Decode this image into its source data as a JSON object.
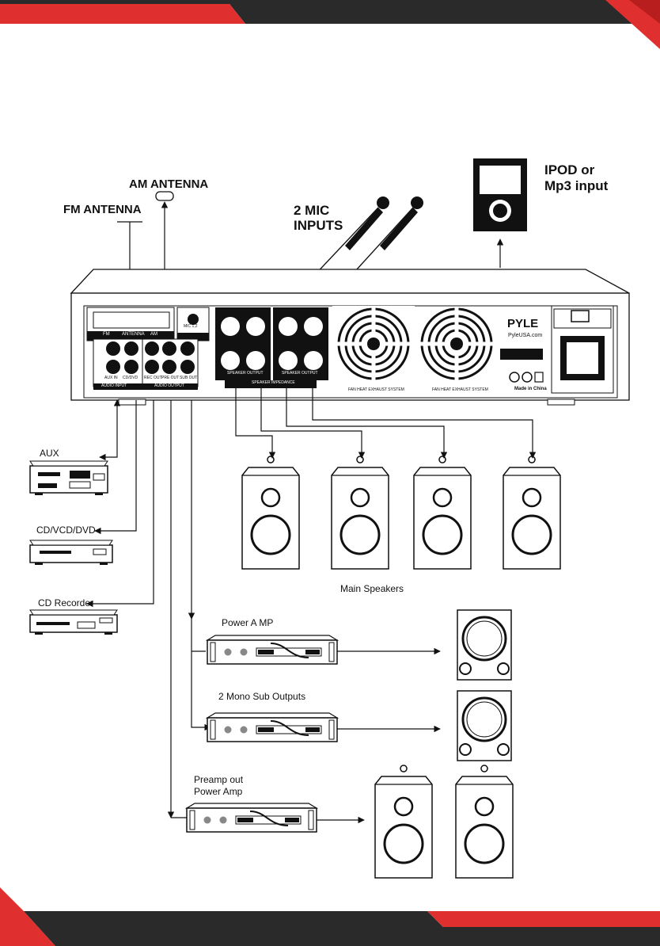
{
  "labels": {
    "am_antenna": "AM ANTENNA",
    "fm_antenna": "FM ANTENNA",
    "mic_inputs_line1": "2 MIC",
    "mic_inputs_line2": "INPUTS",
    "ipod_line1": "IPOD or",
    "ipod_line2": "Mp3 input",
    "main_speakers": "Main Speakers",
    "aux": "AUX",
    "cd_vcd_dvd": "CD/VCD/DVD",
    "cd_recorder": "CD Recorder",
    "power_amp": "Power A MP",
    "mono_sub_outputs": "2 Mono Sub Outputs",
    "preamp_line1": "Preamp out",
    "preamp_line2": "Power Amp"
  },
  "panel": {
    "brand": "PYLE",
    "website": "PyleUSA.com",
    "fm": "FM",
    "antenna": "ANTENNA",
    "am": "AM",
    "mic": "MIC 1,2",
    "audio_input": "AUDIO INPUT",
    "audio_output": "AUDIO OUTPUT",
    "aux_in": "AUX IN",
    "cd_dvd": "CD/DVD",
    "rec_out": "REC OUT",
    "pre_out": "PRE OUT",
    "sub_out": "SUB OUT",
    "speaker_output": "SPEAKER OUTPUT",
    "speaker_impedance": "SPEAKER IMPEDANCE",
    "fan": "FAN HEAT EXHAUST SYSTEM",
    "made_in": "Made in China"
  }
}
